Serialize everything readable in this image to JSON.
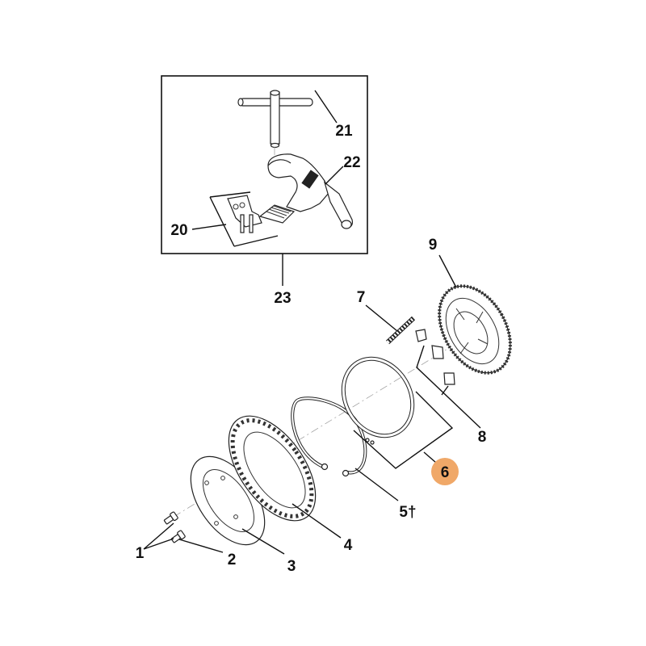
{
  "callouts": {
    "c1": "1",
    "c2": "2",
    "c3": "3",
    "c4": "4",
    "c5": "5†",
    "c6": "6",
    "c7": "7",
    "c8": "8",
    "c9": "9",
    "c20": "20",
    "c21": "21",
    "c22": "22",
    "c23": "23"
  },
  "colors": {
    "highlight": "#f0a868",
    "line": "#111111",
    "background": "#ffffff"
  }
}
